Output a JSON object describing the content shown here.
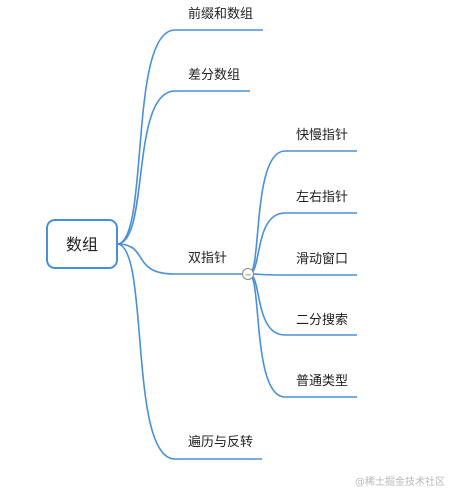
{
  "root": {
    "label": "数组"
  },
  "branches": [
    {
      "label": "前缀和数组"
    },
    {
      "label": "差分数组"
    },
    {
      "label": "双指针",
      "collapse_toggle": "−",
      "children": [
        {
          "label": "快慢指针"
        },
        {
          "label": "左右指针"
        },
        {
          "label": "滑动窗口"
        },
        {
          "label": "二分搜索"
        },
        {
          "label": "普通类型"
        }
      ]
    },
    {
      "label": "遍历与反转"
    }
  ],
  "watermark": "@稀土掘金技术社区",
  "colors": {
    "line": "#4a90d9",
    "root_border": "#4a90d9",
    "text": "#222222",
    "toggle": "#888888"
  }
}
